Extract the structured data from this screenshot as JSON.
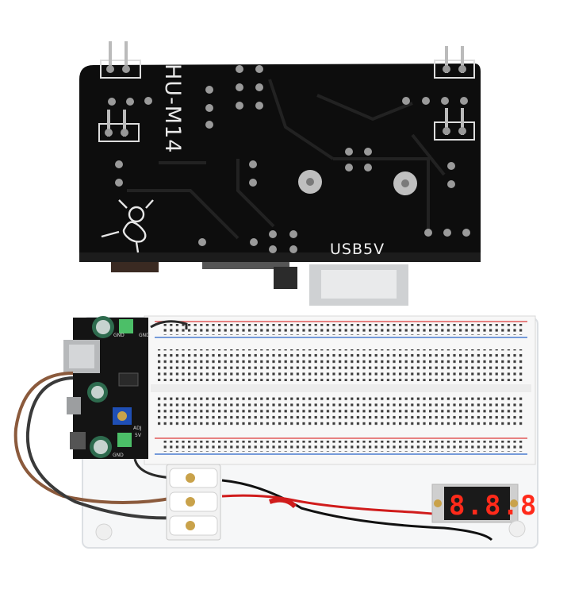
{
  "board": {
    "model_label": "HU-M14",
    "usb_label": "USB5V",
    "pin_labels": [
      "GND",
      "GND",
      "ADJ",
      "5V",
      "GND"
    ]
  },
  "voltmeter": {
    "reading": "8.8.8"
  }
}
